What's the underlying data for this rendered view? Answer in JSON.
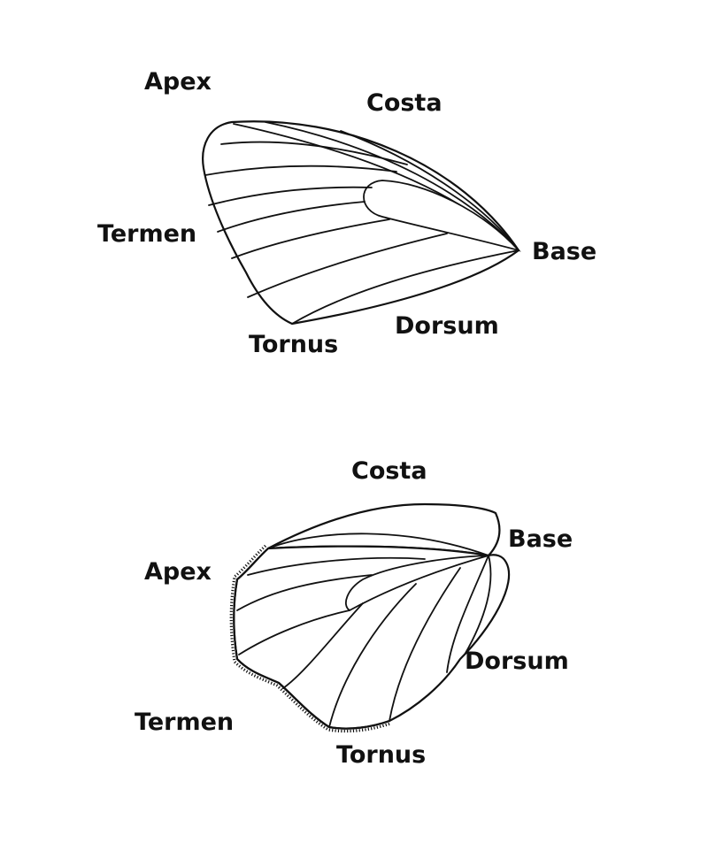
{
  "forewing": {
    "labels": {
      "apex": "Apex",
      "costa": "Costa",
      "termen": "Termen",
      "base": "Base",
      "dorsum": "Dorsum",
      "tornus": "Tornus"
    }
  },
  "hindwing": {
    "labels": {
      "costa": "Costa",
      "base": "Base",
      "apex": "Apex",
      "dorsum": "Dorsum",
      "termen": "Termen",
      "tornus": "Tornus"
    }
  },
  "colors": {
    "ink": "#111111",
    "background": "#ffffff"
  }
}
